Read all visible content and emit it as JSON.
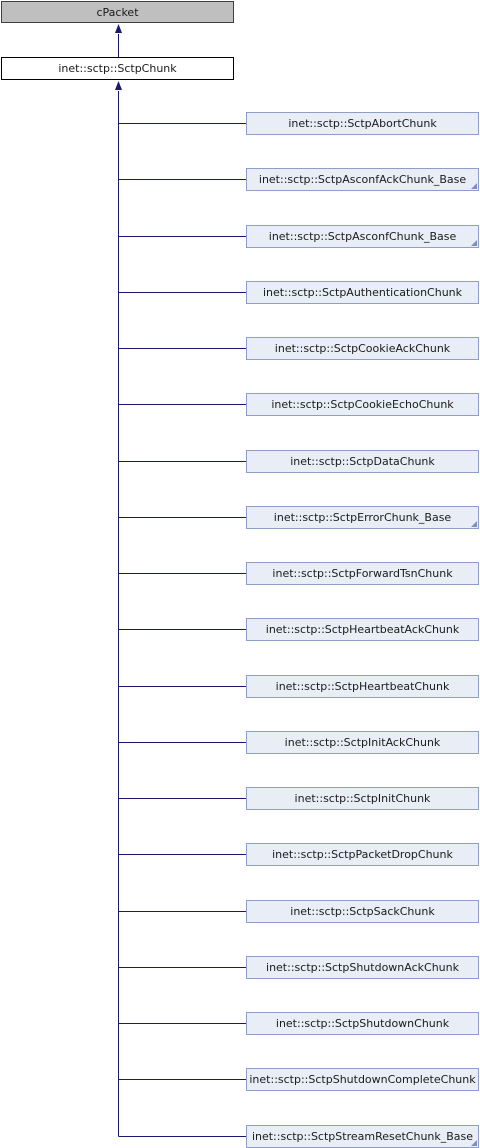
{
  "base_class": {
    "label": "cPacket"
  },
  "current_class": {
    "label": "inet::sctp::SctpChunk"
  },
  "derived_classes": [
    {
      "label": "inet::sctp::SctpAbortChunk",
      "has_more": false
    },
    {
      "label": "inet::sctp::SctpAsconfAckChunk_Base",
      "has_more": true
    },
    {
      "label": "inet::sctp::SctpAsconfChunk_Base",
      "has_more": true
    },
    {
      "label": "inet::sctp::SctpAuthenticationChunk",
      "has_more": false
    },
    {
      "label": "inet::sctp::SctpCookieAckChunk",
      "has_more": false
    },
    {
      "label": "inet::sctp::SctpCookieEchoChunk",
      "has_more": false
    },
    {
      "label": "inet::sctp::SctpDataChunk",
      "has_more": false
    },
    {
      "label": "inet::sctp::SctpErrorChunk_Base",
      "has_more": true
    },
    {
      "label": "inet::sctp::SctpForwardTsnChunk",
      "has_more": false
    },
    {
      "label": "inet::sctp::SctpHeartbeatAckChunk",
      "has_more": false
    },
    {
      "label": "inet::sctp::SctpHeartbeatChunk",
      "has_more": false
    },
    {
      "label": "inet::sctp::SctpInitAckChunk",
      "has_more": false
    },
    {
      "label": "inet::sctp::SctpInitChunk",
      "has_more": false
    },
    {
      "label": "inet::sctp::SctpPacketDropChunk",
      "has_more": false
    },
    {
      "label": "inet::sctp::SctpSackChunk",
      "has_more": false
    },
    {
      "label": "inet::sctp::SctpShutdownAckChunk",
      "has_more": false
    },
    {
      "label": "inet::sctp::SctpShutdownChunk",
      "has_more": false
    },
    {
      "label": "inet::sctp::SctpShutdownCompleteChunk",
      "has_more": false
    },
    {
      "label": "inet::sctp::SctpStreamResetChunk_Base",
      "has_more": true
    }
  ],
  "colors": {
    "edge": "#191970",
    "base_fill": "#bfbfbf",
    "child_fill": "#e8edf6",
    "child_border": "#8e9ec9",
    "fold_marker": "#7d8fc2"
  }
}
